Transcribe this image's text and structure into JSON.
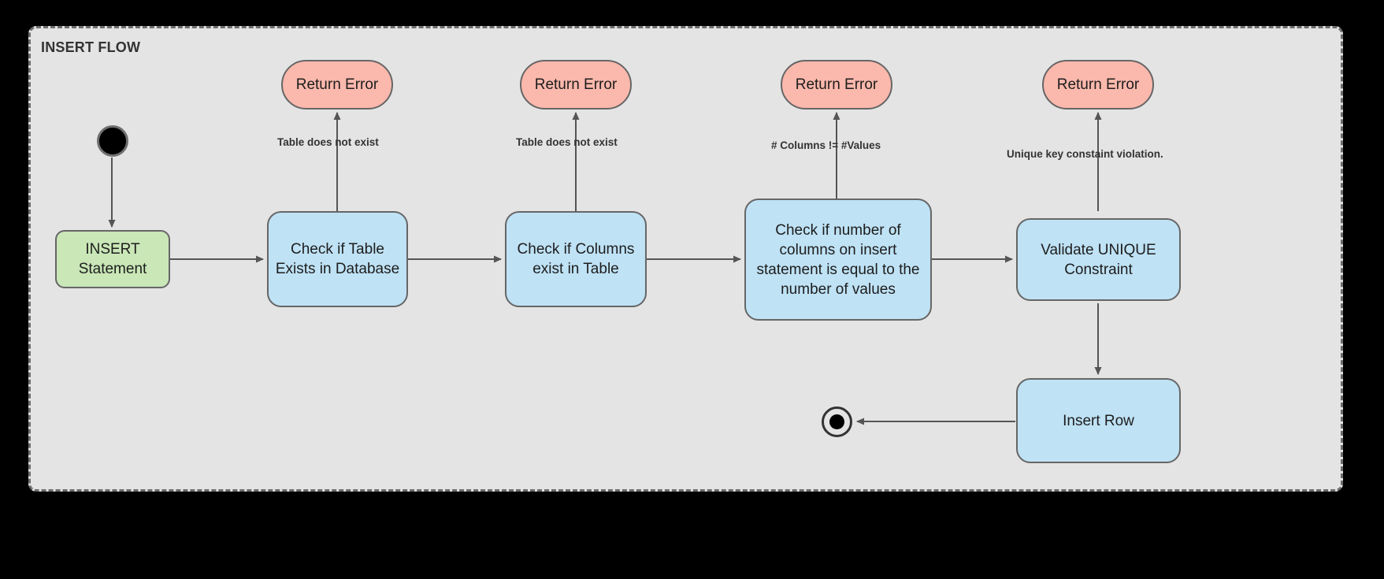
{
  "diagram": {
    "title": "INSERT FLOW",
    "background_color": "#e4e4e4",
    "border_color": "#6d6d6d",
    "edge_color": "#555555"
  },
  "nodes": {
    "start": {
      "name": "start-node",
      "label": ""
    },
    "insert_statement": {
      "label": "INSERT\nStatement",
      "line1": "INSERT",
      "line2": "Statement",
      "color": "#c9e7b7"
    },
    "check_table": {
      "line1": "Check if Table",
      "line2": "Exists in Database",
      "color": "#bfe2f5"
    },
    "check_columns": {
      "line1": "Check if Columns",
      "line2": "exist in Table",
      "color": "#bfe2f5"
    },
    "check_count": {
      "line1": "Check if number of",
      "line2": "columns on insert",
      "line3": "statement is equal to the",
      "line4": "number of values",
      "color": "#bfe2f5"
    },
    "validate_unique": {
      "line1": "Validate UNIQUE",
      "line2": "Constraint",
      "color": "#bfe2f5"
    },
    "insert_row": {
      "line1": "Insert Row",
      "color": "#bfe2f5"
    },
    "end": {
      "name": "end-node",
      "label": ""
    }
  },
  "error_nodes": [
    {
      "label": "Return Error",
      "color": "#fbb8ac"
    },
    {
      "label": "Return Error",
      "color": "#fbb8ac"
    },
    {
      "label": "Return Error",
      "color": "#fbb8ac"
    },
    {
      "label": "Return Error",
      "color": "#fbb8ac"
    }
  ],
  "edge_labels": [
    {
      "text": "Table does not exist"
    },
    {
      "text": "Table does not exist"
    },
    {
      "text": "# Columns != #Values"
    },
    {
      "text": "Unique key constaint violation."
    }
  ]
}
